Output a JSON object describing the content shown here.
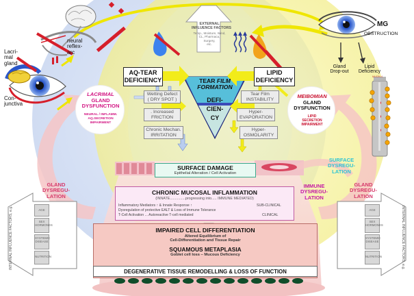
{
  "external": {
    "title_line1": "EXTERNAL",
    "title_line2": "INFLUENCE FACTORS",
    "details": [
      "Temp., Moisture, Wind,",
      "CL, Pharmaca,",
      "Surgery,",
      "etc."
    ]
  },
  "lacrimal_gland_label": [
    "Lacri-",
    "mal",
    "gland"
  ],
  "neural_reflex": [
    "neural",
    "reflex-",
    "arc"
  ],
  "conjunctiva": [
    "Con-",
    "junctiva"
  ],
  "mg": {
    "label": "MG",
    "obstruction": "OBSTRUCTION",
    "gland_dropout": [
      "Gland",
      "Drop-out"
    ],
    "lipid_deficiency": [
      "Lipid",
      "Deficiency"
    ],
    "cylinder_top_label": "MUCIN-4"
  },
  "aq_tear": [
    "AQ-TEAR",
    "DEFICIENCY"
  ],
  "lipid": [
    "LIPID",
    "DEFICIENCY"
  ],
  "tear_film": {
    "line1a": "TEAR ",
    "line1b": "FILM",
    "line2": "FORMATION",
    "defi": [
      "DEFI-",
      "CIEN-",
      "CY"
    ]
  },
  "left_boxes": [
    {
      "l1": "Wetting Defect",
      "l2": "( DRY SPOT )"
    },
    {
      "l1": ". Increased",
      "l2": "FRICTION"
    },
    {
      "l1": "Chronic Mechan.",
      "l2": "IRRITATION"
    }
  ],
  "right_boxes": [
    {
      "l1": "Tear Film",
      "l2": "INSTABILITY"
    },
    {
      "l1": "Hyper-",
      "l2": "EVAPORATION"
    },
    {
      "l1": "Hyper-",
      "l2": "OSMOLARITY"
    }
  ],
  "lacrimal_circle": {
    "title": "LACRIMAL",
    "l2": "GLAND",
    "l3": "DYSFUNCTION",
    "s1": "NEURAL / INFLAMM.",
    "s2": "AQ.SECRETION",
    "s3": "IMPAIRMENT"
  },
  "meibomian_circle": {
    "title": "MEIBOMIAN",
    "l2": "GLAND",
    "l3": "DYSFUNCTION",
    "s1": "LIPID",
    "s2": "SECRETION",
    "s3": "IMPAIRMENT"
  },
  "surface_damage": {
    "title": "SURFACE DAMAGE",
    "sub": "Epithelial Alteration / Cell Activation"
  },
  "surface_dysreg": [
    "SURFACE",
    "DYSREGU-",
    "LATION"
  ],
  "immune_dysreg": [
    "IMMUNE",
    "DYSREGU-",
    "LATION"
  ],
  "gland_dysreg_left": [
    "GLAND",
    "DYSREGU-",
    "LATION"
  ],
  "gland_dysreg_right": [
    "GLAND",
    "DYSREGU-",
    "LATION"
  ],
  "inflammation": {
    "title": "CHRONIC MUCOSAL INFLAMMATION",
    "sub": "(INNATE...............progressing into..... IMMUNE MEDIATED)",
    "r1": "Inflammatory Mediators ↑ & Innate Response ↑",
    "r2": "Dysregulation of protective EALT & Loss of Immune Tolerance",
    "r3": "T-Cell Activation ... Autoreactive T-cell mediated",
    "subclinical": "SUB-CLINICAL",
    "clinical": "CLINICAL"
  },
  "differentiation": {
    "title": "IMPAIRED CELL DIFFERENTIATION",
    "sub1": "Altered Equilibrium of",
    "sub2": "Cell-Differentiation and Tissue Repair",
    "meta": "SQUAMOUS METAPLASIA",
    "meta_sub": "Goblet cell loss – Mucous Deficiency",
    "final": "DEGENERATIVE TISSUE REMODELLING  &  LOSS   OF   FUNCTION"
  },
  "internal_left": {
    "label": "INTERNAL INFLUENCE FACTORS, e.g.",
    "items": [
      "AGE",
      "SEX HORMONES",
      "SYSTEMIC DISEASE",
      "NUTRITION"
    ]
  },
  "internal_right": {
    "label": "INTERNAL INFLUENCE FACTORS, e.g.",
    "items": [
      "AGE",
      "SEX HORMONES",
      "SYSTEMIC DISEASE",
      "NUTRITION"
    ]
  },
  "colors": {
    "lacrimal_blue": "#c6d6f2",
    "meibomian_yellow": "#f6f29a",
    "pink_frame": "#f7cfcf",
    "magenta_text": "#d21482",
    "red": "#d61f2b",
    "cyan": "#2ec4d4"
  }
}
